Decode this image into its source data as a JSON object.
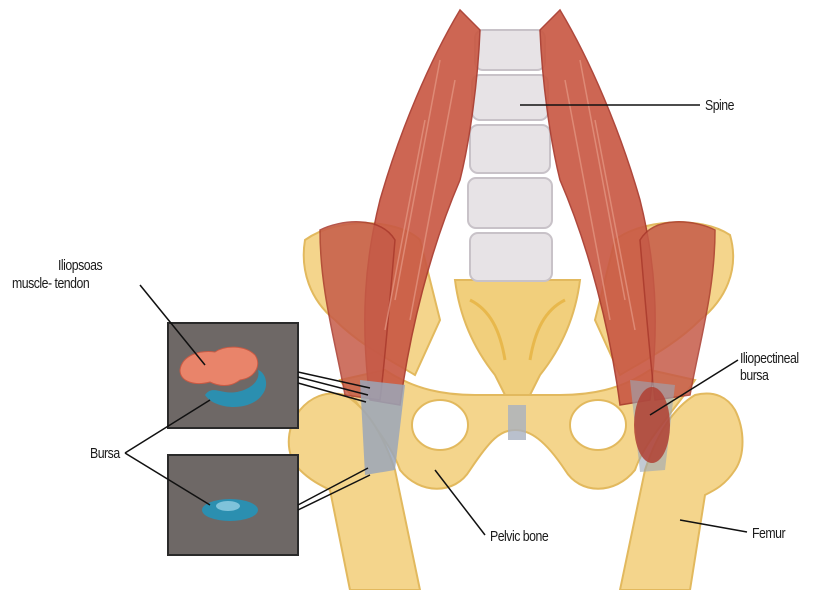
{
  "labels": {
    "spine": "Spine",
    "iliopsoas_line1": "Iliopsoas",
    "iliopsoas_line2": "muscle- tendon",
    "bursa": "Bursa",
    "iliopectineal_line1": "Iliopectineal",
    "iliopectineal_line2": "bursa",
    "pelvic_bone": "Pelvic bone",
    "femur": "Femur"
  },
  "colors": {
    "bone": "#f4d58c",
    "bone_shade": "#e2b95e",
    "vertebra": "#e7e3e6",
    "muscle": "#c95a45",
    "muscle_dark": "#a9392c",
    "tendon": "#9aa6b8",
    "inset_bg": "#6e6866",
    "bursa": "#2b8fb0",
    "tendon_inset": "#e9846a",
    "leader_line": "#111111"
  }
}
